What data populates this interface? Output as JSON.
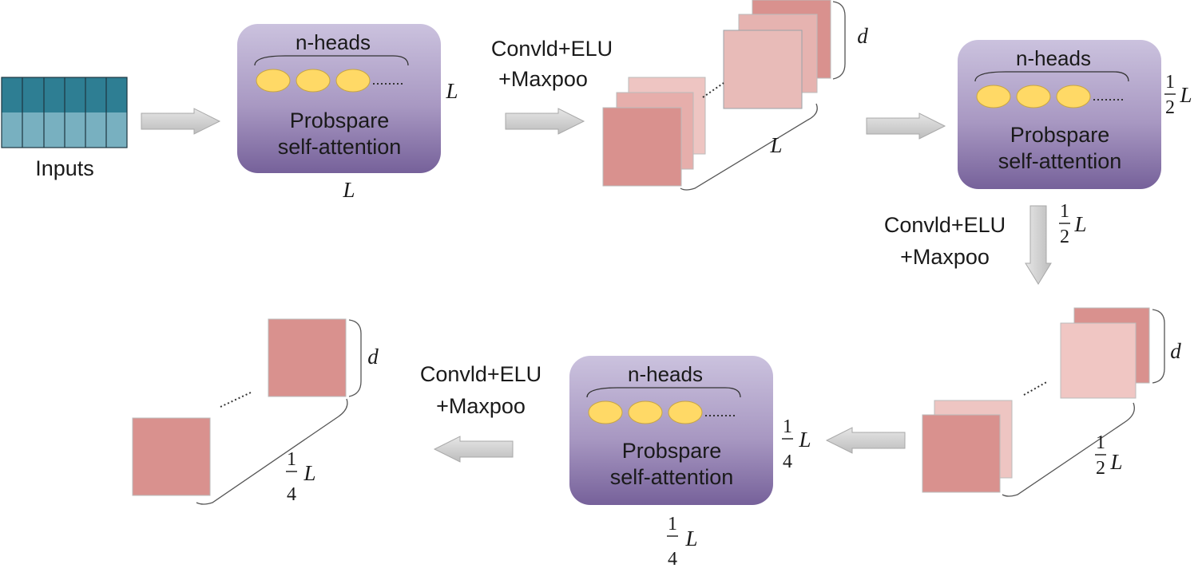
{
  "inputs": {
    "label": "Inputs",
    "colors": {
      "top": "#2e7e93",
      "bottom": "#78b0c0"
    }
  },
  "attention_block": {
    "heads_label": "n-heads",
    "title_line1": "Probspare",
    "title_line2": "self-attention"
  },
  "op_label": {
    "line1": "Convld+ELU",
    "line2": "+Maxpoo"
  },
  "dims": {
    "L": "L",
    "d": "d",
    "half": {
      "num": "1",
      "den": "2",
      "var": "L"
    },
    "quarter": {
      "num": "1",
      "den": "4",
      "var": "L"
    }
  },
  "colors": {
    "block_top": "#c7bddb",
    "block_bottom": "#7b6699",
    "head_fill": "#ffd966",
    "map_dark": "#d9918e",
    "map_light": "#e8b9b6",
    "arrow": "#cccccc"
  }
}
